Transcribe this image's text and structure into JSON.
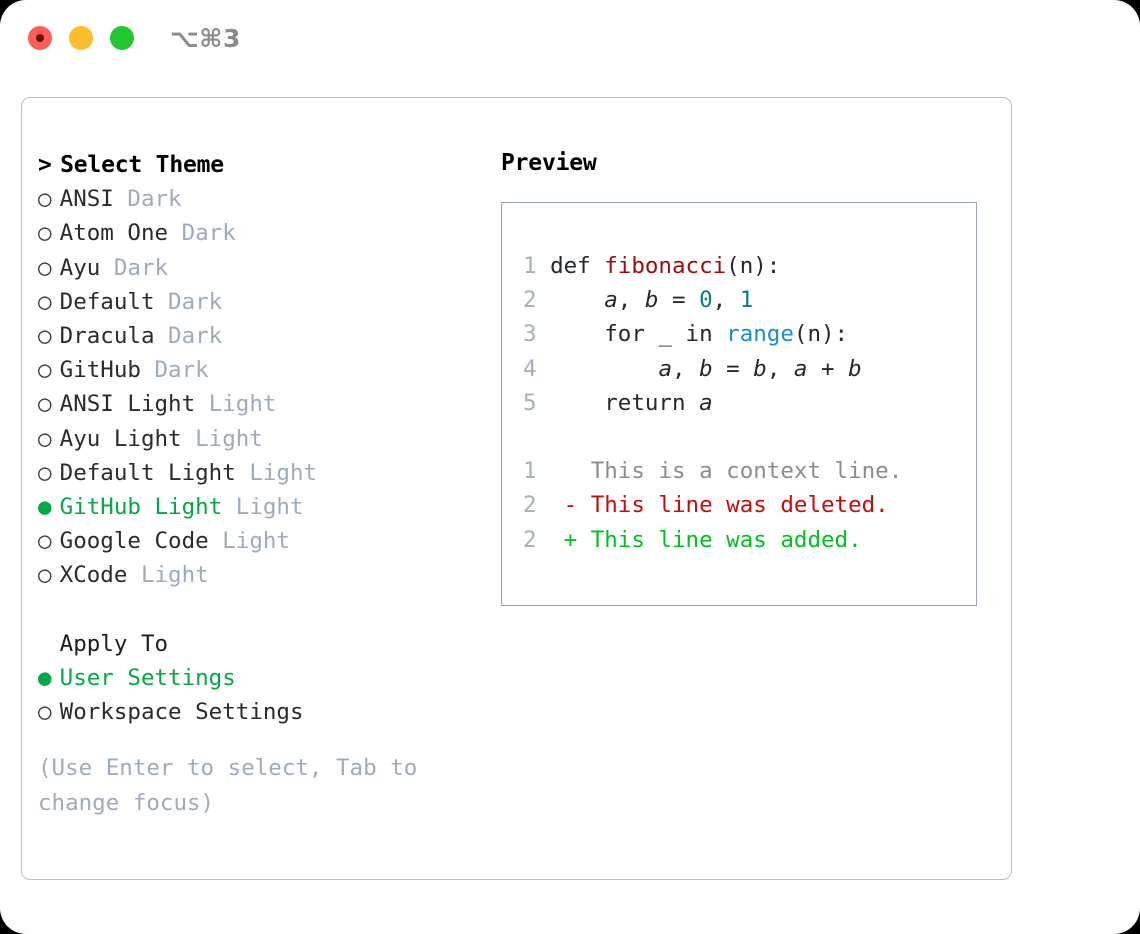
{
  "window": {
    "title": "⌥⌘3",
    "traffic_lights": [
      "close-red",
      "minimize-yellow",
      "zoom-green"
    ]
  },
  "colors": {
    "selected_green": "#05a943",
    "muted_tag": "#9fabbb",
    "panel_border": "#b6bfcc",
    "preview_border": "#9aa6b4",
    "diff_add": "#00c21f",
    "diff_del": "#cd0a0a",
    "diff_ctx": "#8d8d8d",
    "fn_red": "#9b0d0d",
    "num_teal": "#0d7e7e",
    "builtin_blue": "#1a8ecb"
  },
  "theme_picker": {
    "header_marker": ">",
    "header_label": "Select Theme",
    "marker_selected": "●",
    "marker_unselected": "○",
    "items": [
      {
        "label": "ANSI",
        "tag": "Dark",
        "selected": false
      },
      {
        "label": "Atom One",
        "tag": "Dark",
        "selected": false
      },
      {
        "label": "Ayu",
        "tag": "Dark",
        "selected": false
      },
      {
        "label": "Default",
        "tag": "Dark",
        "selected": false
      },
      {
        "label": "Dracula",
        "tag": "Dark",
        "selected": false
      },
      {
        "label": "GitHub",
        "tag": "Dark",
        "selected": false
      },
      {
        "label": "ANSI Light",
        "tag": "Light",
        "selected": false
      },
      {
        "label": "Ayu Light",
        "tag": "Light",
        "selected": false
      },
      {
        "label": "Default Light",
        "tag": "Light",
        "selected": false
      },
      {
        "label": "GitHub Light",
        "tag": "Light",
        "selected": true
      },
      {
        "label": "Google Code",
        "tag": "Light",
        "selected": false
      },
      {
        "label": "XCode",
        "tag": "Light",
        "selected": false
      }
    ]
  },
  "apply_to": {
    "title": "Apply To",
    "items": [
      {
        "label": "User Settings",
        "selected": true
      },
      {
        "label": "Workspace Settings",
        "selected": false
      }
    ]
  },
  "hint": "(Use Enter to select, Tab to change focus)",
  "preview": {
    "title": "Preview",
    "code_lines": [
      {
        "number": "1",
        "tokens": [
          {
            "text": "def ",
            "kind": "plain"
          },
          {
            "text": "fibonacci",
            "kind": "fn"
          },
          {
            "text": "(n):",
            "kind": "plain"
          }
        ]
      },
      {
        "number": "2",
        "tokens": [
          {
            "text": "    ",
            "kind": "plain"
          },
          {
            "text": "a",
            "kind": "var"
          },
          {
            "text": ", ",
            "kind": "plain"
          },
          {
            "text": "b",
            "kind": "var"
          },
          {
            "text": " = ",
            "kind": "plain"
          },
          {
            "text": "0",
            "kind": "num"
          },
          {
            "text": ", ",
            "kind": "plain"
          },
          {
            "text": "1",
            "kind": "num"
          }
        ]
      },
      {
        "number": "3",
        "tokens": [
          {
            "text": "    for ",
            "kind": "plain"
          },
          {
            "text": "_",
            "kind": "var"
          },
          {
            "text": " in ",
            "kind": "plain"
          },
          {
            "text": "range",
            "kind": "builtin"
          },
          {
            "text": "(n):",
            "kind": "plain"
          }
        ]
      },
      {
        "number": "4",
        "tokens": [
          {
            "text": "        ",
            "kind": "plain"
          },
          {
            "text": "a",
            "kind": "var"
          },
          {
            "text": ", ",
            "kind": "plain"
          },
          {
            "text": "b",
            "kind": "var"
          },
          {
            "text": " = ",
            "kind": "plain"
          },
          {
            "text": "b",
            "kind": "var"
          },
          {
            "text": ", ",
            "kind": "plain"
          },
          {
            "text": "a",
            "kind": "var"
          },
          {
            "text": " + ",
            "kind": "plain"
          },
          {
            "text": "b",
            "kind": "var"
          }
        ]
      },
      {
        "number": "5",
        "tokens": [
          {
            "text": "    return ",
            "kind": "plain"
          },
          {
            "text": "a",
            "kind": "var"
          }
        ]
      }
    ],
    "diff_lines": [
      {
        "number": "1",
        "sign": " ",
        "text": "This is a context line.",
        "kind": "ctx"
      },
      {
        "number": "2",
        "sign": "-",
        "text": "This line was deleted.",
        "kind": "del"
      },
      {
        "number": "2",
        "sign": "+",
        "text": "This line was added.",
        "kind": "add"
      }
    ]
  }
}
